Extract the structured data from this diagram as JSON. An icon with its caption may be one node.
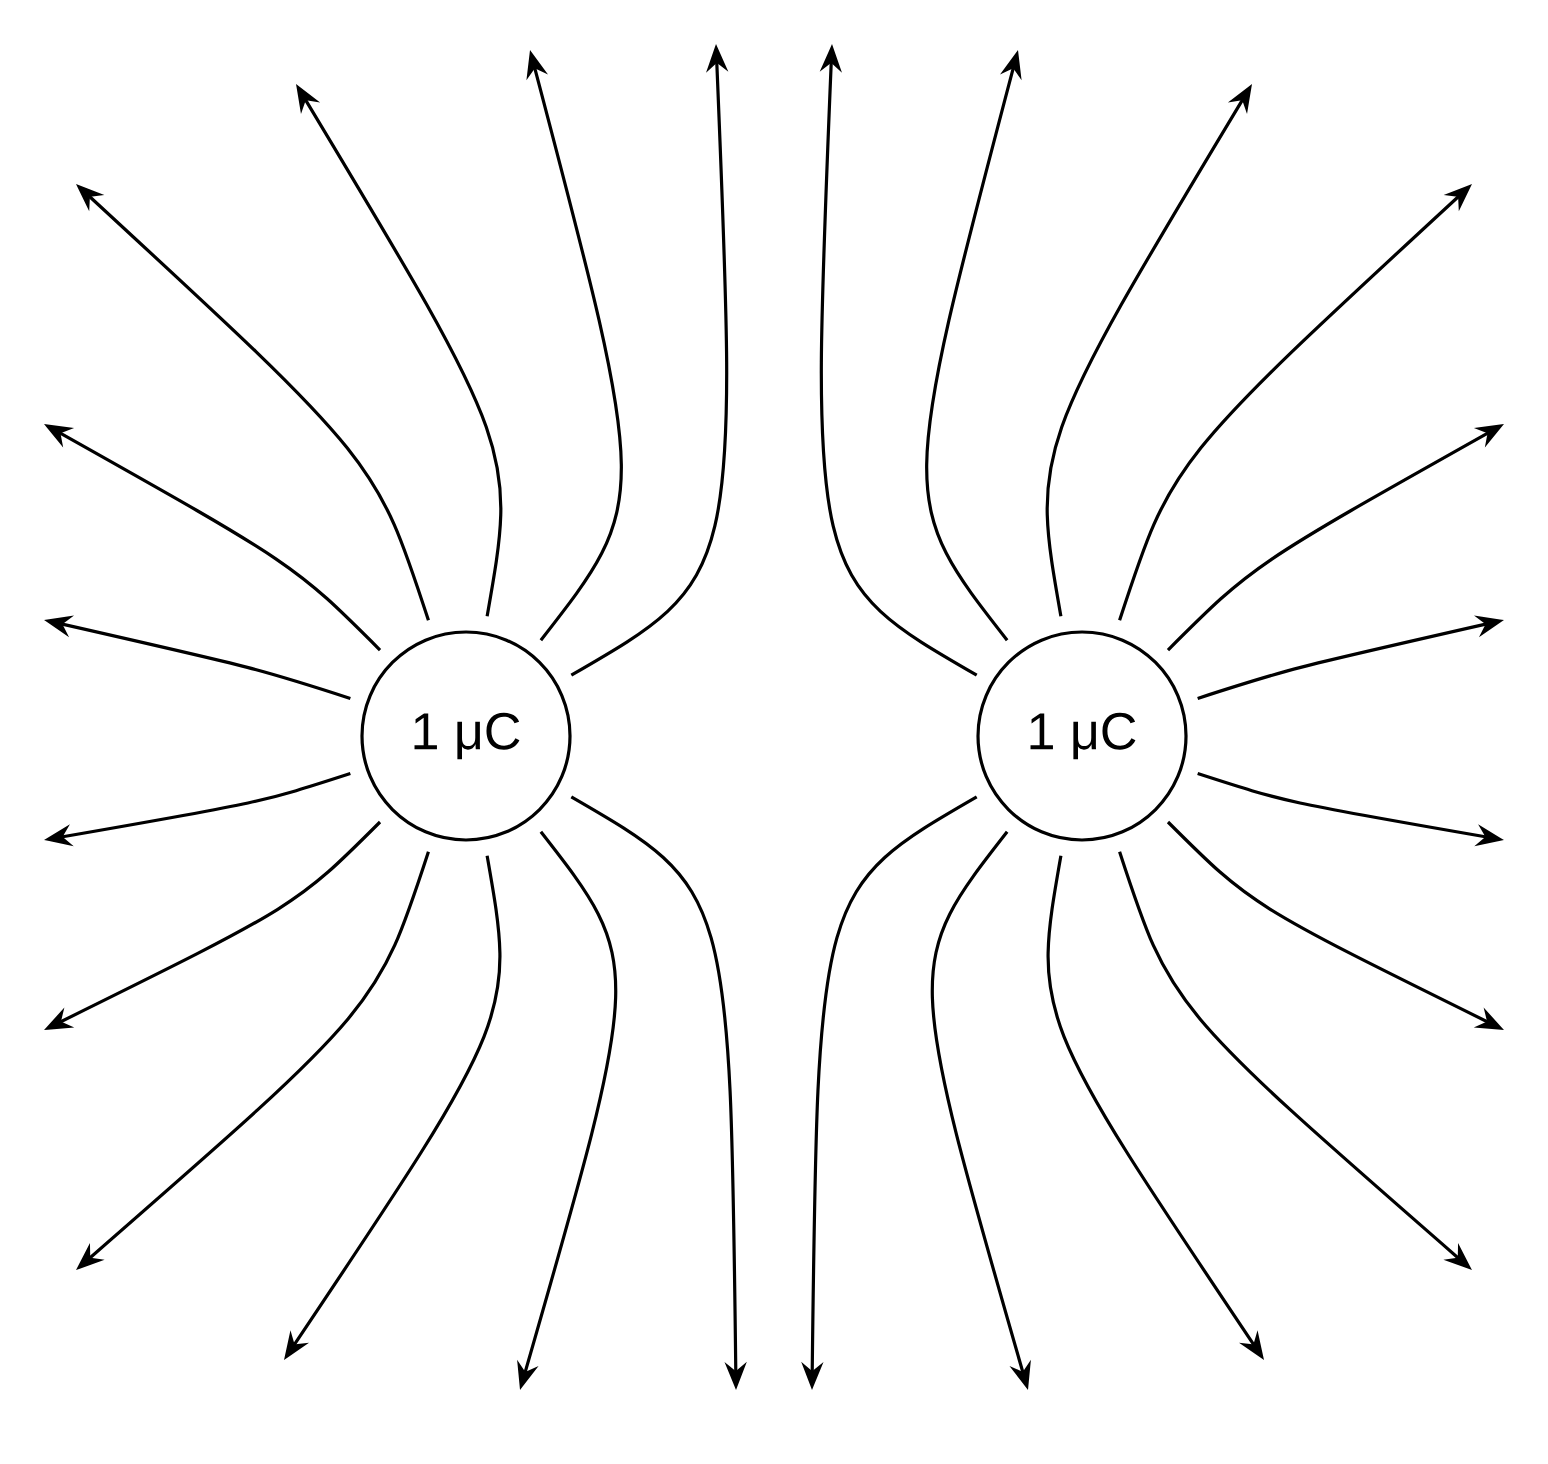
{
  "diagram": {
    "nodes": [
      {
        "text": [
          "1 μC"
        ]
      },
      {
        "text": [
          "1 μC"
        ]
      }
    ],
    "edges": [
      {
        "from": 0,
        "to": null,
        "arrow": "to"
      },
      {
        "from": 0,
        "to": null,
        "arrow": "to"
      },
      {
        "from": 0,
        "to": null,
        "arrow": "to"
      },
      {
        "from": 0,
        "to": null,
        "arrow": "to"
      },
      {
        "from": 0,
        "to": null,
        "arrow": "to"
      },
      {
        "from": 0,
        "to": null,
        "arrow": "to"
      },
      {
        "from": 0,
        "to": null,
        "arrow": "to"
      },
      {
        "from": 0,
        "to": null,
        "arrow": "to"
      },
      {
        "from": 0,
        "to": null,
        "arrow": "to"
      },
      {
        "from": 0,
        "to": null,
        "arrow": "to"
      },
      {
        "from": 0,
        "to": null,
        "arrow": "to"
      },
      {
        "from": 0,
        "to": null,
        "arrow": "to"
      },
      {
        "from": 1,
        "to": null,
        "arrow": "to"
      },
      {
        "from": 1,
        "to": null,
        "arrow": "to"
      },
      {
        "from": 1,
        "to": null,
        "arrow": "to"
      },
      {
        "from": 1,
        "to": null,
        "arrow": "to"
      },
      {
        "from": 1,
        "to": null,
        "arrow": "to"
      },
      {
        "from": 1,
        "to": null,
        "arrow": "to"
      },
      {
        "from": 1,
        "to": null,
        "arrow": "to"
      },
      {
        "from": 1,
        "to": null,
        "arrow": "to"
      },
      {
        "from": 1,
        "to": null,
        "arrow": "to"
      },
      {
        "from": 1,
        "to": null,
        "arrow": "to"
      },
      {
        "from": 1,
        "to": null,
        "arrow": "to"
      },
      {
        "from": 1,
        "to": null,
        "arrow": "to"
      }
    ]
  }
}
